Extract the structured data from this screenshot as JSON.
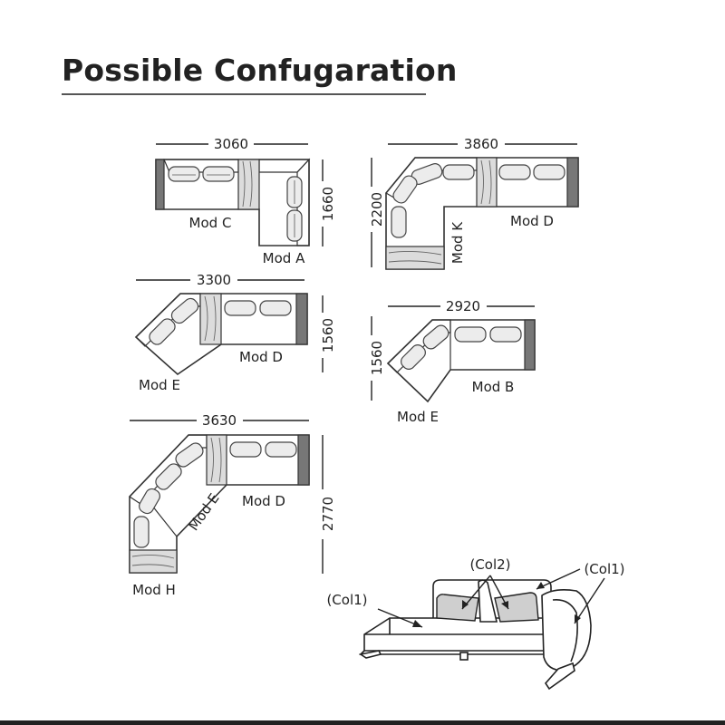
{
  "title": "Possible Confugaration",
  "diagram1": {
    "width": "3060",
    "depth": "1660",
    "mod_c": "Mod C",
    "mod_a": "Mod A"
  },
  "diagram2": {
    "width": "3860",
    "depth": "2200",
    "mod_k": "Mod K",
    "mod_d": "Mod D"
  },
  "diagram3": {
    "width": "3300",
    "depth": "1560",
    "mod_e": "Mod E",
    "mod_d": "Mod D"
  },
  "diagram4": {
    "width": "2920",
    "depth": "1560",
    "mod_b": "Mod B",
    "mod_e": "Mod E"
  },
  "diagram5": {
    "width": "3630",
    "depth": "2770",
    "mod_e": "Mod E",
    "mod_d": "Mod D",
    "mod_h": "Mod H"
  },
  "sofa": {
    "col1_left": "(Col1)",
    "col2": "(Col2)",
    "col1_right": "(Col1)"
  }
}
